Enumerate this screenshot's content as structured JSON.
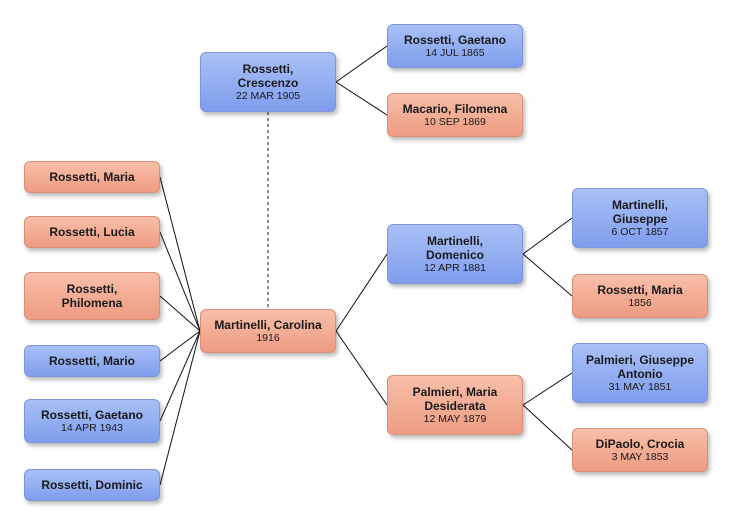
{
  "people": {
    "crescenzo": {
      "name": "Rossetti, Crescenzo",
      "date": "22 MAR 1905",
      "sex": "male"
    },
    "gaetano_f": {
      "name": "Rossetti, Gaetano",
      "date": "14 JUL 1865",
      "sex": "male"
    },
    "filomena": {
      "name": "Macario, Filomena",
      "date": "10 SEP 1869",
      "sex": "female"
    },
    "maria_c": {
      "name": "Rossetti, Maria",
      "date": "",
      "sex": "female"
    },
    "lucia": {
      "name": "Rossetti, Lucia",
      "date": "",
      "sex": "female"
    },
    "philomena": {
      "name": "Rossetti, Philomena",
      "date": "",
      "sex": "female"
    },
    "mario": {
      "name": "Rossetti, Mario",
      "date": "",
      "sex": "male"
    },
    "gaetano_c": {
      "name": "Rossetti, Gaetano",
      "date": "14 APR 1943",
      "sex": "male"
    },
    "dominic": {
      "name": "Rossetti, Dominic",
      "date": "",
      "sex": "male"
    },
    "carolina": {
      "name": "Martinelli, Carolina",
      "date": "1916",
      "sex": "female"
    },
    "domenico": {
      "name": "Martinelli, Domenico",
      "date": "12 APR 1881",
      "sex": "male"
    },
    "desiderata": {
      "name": "Palmieri, Maria Desiderata",
      "date": "12 MAY 1879",
      "sex": "female"
    },
    "giuseppe": {
      "name": "Martinelli, Giuseppe",
      "date": "6 OCT 1857",
      "sex": "male"
    },
    "maria_gp": {
      "name": "Rossetti, Maria",
      "date": "1856",
      "sex": "female"
    },
    "gantonio": {
      "name": "Palmieri, Giuseppe Antonio",
      "date": "31 MAY 1851",
      "sex": "male"
    },
    "crocia": {
      "name": "DiPaolo, Crocia",
      "date": "3 MAY 1853",
      "sex": "female"
    }
  },
  "colors": {
    "male": "#8fa9f0",
    "female": "#f2a88e",
    "line": "#111111"
  }
}
